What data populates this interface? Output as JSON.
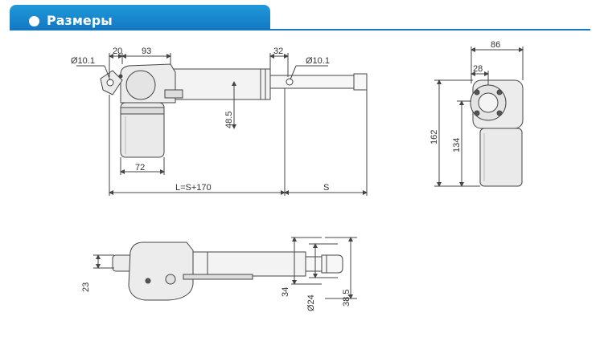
{
  "header": {
    "title": "Размеры"
  },
  "side_view": {
    "dim_top_left": "20",
    "dim_top_mid": "93",
    "dim_top_right": "32",
    "hole_left": "Ø10.1",
    "hole_right": "Ø10.1",
    "dim_height": "48.5",
    "dim_motor_width": "72",
    "dim_length": "L=S+170",
    "dim_stroke": "S"
  },
  "end_view": {
    "dim_width": "86",
    "dim_offset": "28",
    "dim_total_height": "162",
    "dim_body_height": "134"
  },
  "top_view": {
    "dim_left": "23",
    "dim_mid": "34",
    "dim_rod": "Ø24",
    "dim_right": "38.5"
  },
  "colors": {
    "header": "#1578c4",
    "line": "#444444",
    "body": "#eeeeee"
  }
}
